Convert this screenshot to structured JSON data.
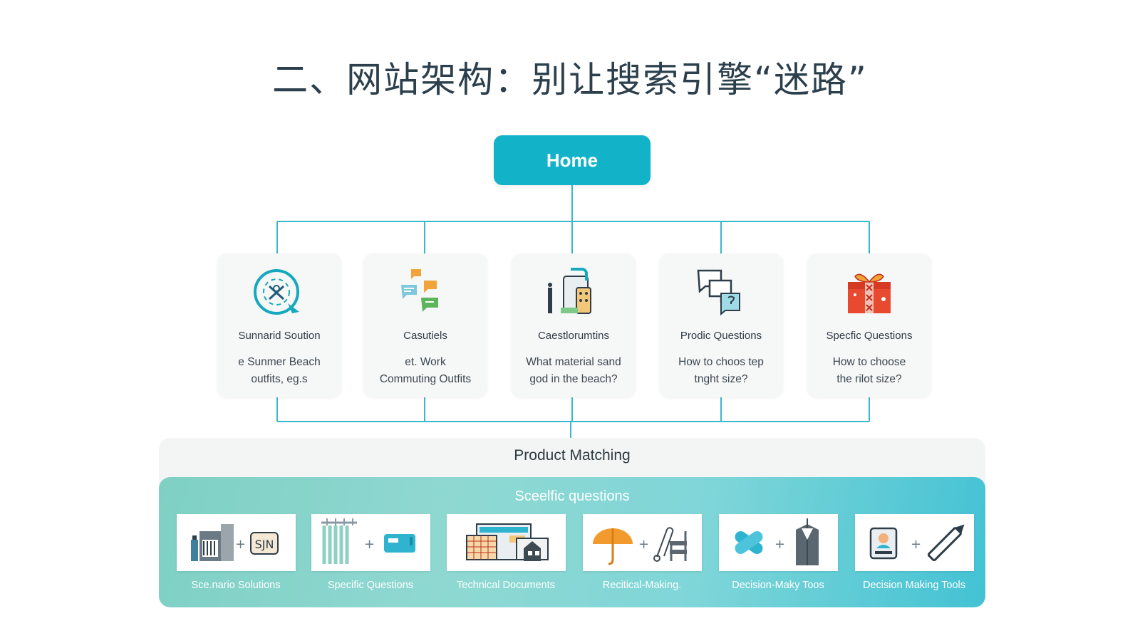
{
  "title": "二、网站架构：别让搜索引擎“迷路”",
  "colors": {
    "accent": "#12b3c9",
    "line": "#3bb7cc",
    "panel_teal": "#7fd0c4"
  },
  "home": {
    "label": "Home"
  },
  "categories": [
    {
      "title": "Sunnarid Soution",
      "line1": "e Sunmer Beach",
      "line2": "outfits, eg.s",
      "icon": "scenario-target-icon"
    },
    {
      "title": "Casutiels",
      "line1": "et. Work",
      "line2": "Commuting Outfits",
      "icon": "chat-bubbles-icon"
    },
    {
      "title": "Caestlorumtins",
      "line1": "What material sand",
      "line2": "god in the beach?",
      "icon": "documents-machine-icon"
    },
    {
      "title": "Prodic Questions",
      "line1": "How to choos tep",
      "line2": "tnght size?",
      "icon": "question-chat-icon"
    },
    {
      "title": "Specfic Questions",
      "line1": "How to choose",
      "line2": "the rilot size?",
      "icon": "gift-box-icon"
    }
  ],
  "product_matching": {
    "title": "Product Matching"
  },
  "specific_questions": {
    "title": "Sceelfic questions",
    "tiles": [
      {
        "label": "Sce.nario Solutions",
        "badge": "SJN",
        "icon": "building-plus-sign-icon"
      },
      {
        "label": "Specific Questions",
        "icon": "curtain-plus-card-icon"
      },
      {
        "label": "Technical Documents",
        "icon": "spreadsheet-monitor-house-icon"
      },
      {
        "label": "Recitical-Making.",
        "icon": "umbrella-plus-chair-icon"
      },
      {
        "label": "Decision-Maky Toos",
        "icon": "bandage-plus-jacket-icon"
      },
      {
        "label": "Decision Making Tools",
        "icon": "id-card-plus-pencil-icon"
      }
    ]
  }
}
